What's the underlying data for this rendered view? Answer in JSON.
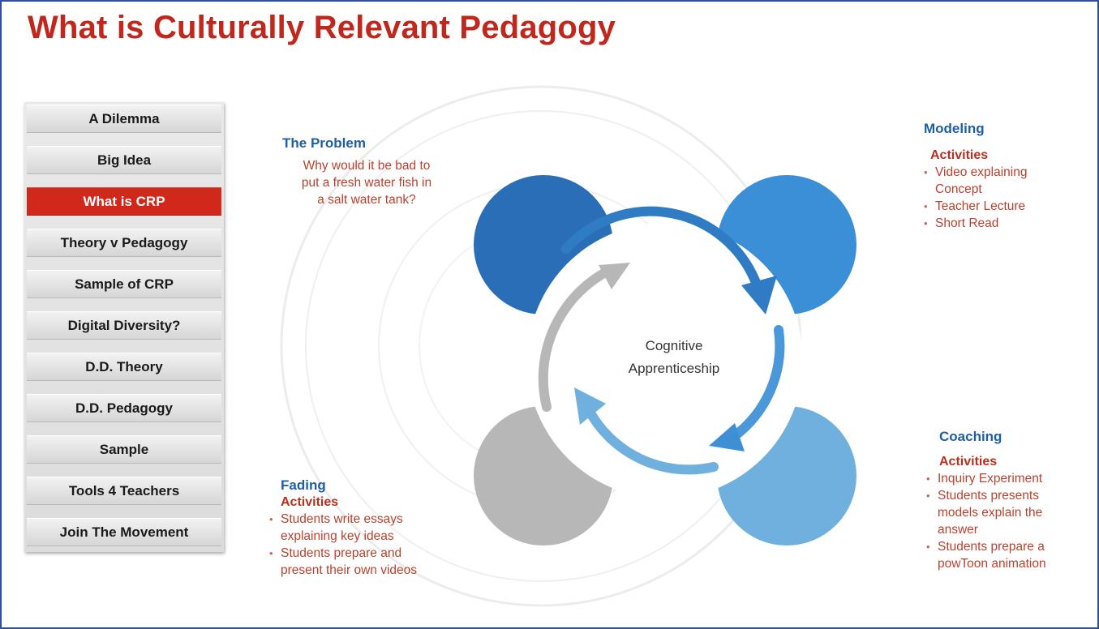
{
  "page": {
    "title": "What is Culturally Relevant Pedagogy"
  },
  "sidebar": {
    "items": [
      {
        "label": "A Dilemma",
        "active": false
      },
      {
        "label": "Big Idea",
        "active": false
      },
      {
        "label": "What is CRP",
        "active": true
      },
      {
        "label": "Theory v Pedagogy",
        "active": false
      },
      {
        "label": "Sample of CRP",
        "active": false
      },
      {
        "label": "Digital Diversity?",
        "active": false
      },
      {
        "label": "D.D. Theory",
        "active": false
      },
      {
        "label": "D.D. Pedagogy",
        "active": false
      },
      {
        "label": "Sample",
        "active": false
      },
      {
        "label": "Tools 4 Teachers",
        "active": false
      },
      {
        "label": "Join The Movement",
        "active": false
      }
    ]
  },
  "diagram": {
    "center_line1": "Cognitive",
    "center_line2": "Apprenticeship",
    "problem": {
      "heading": "The Problem",
      "lines": [
        "Why would it be bad to",
        "put a fresh water fish in",
        "a salt water tank?"
      ]
    },
    "modeling": {
      "heading": "Modeling",
      "activities_label": "Activities",
      "items": [
        "Video explaining Concept",
        "Teacher Lecture",
        "Short Read"
      ]
    },
    "coaching": {
      "heading": "Coaching",
      "activities_label": "Activities",
      "items": [
        "Inquiry Experiment",
        "Students presents models explain the answer",
        "Students prepare a powToon animation"
      ]
    },
    "fading": {
      "heading": "Fading",
      "activities_label": "Activities",
      "items": [
        "Students write essays explaining key ideas",
        "Students prepare and present their own videos"
      ]
    }
  },
  "colors": {
    "title_red": "#c0281e",
    "active_nav": "#d1281c",
    "circle_dark_blue": "#2a6eb8",
    "circle_mid_blue": "#3b8fd6",
    "circle_light_blue": "#6fb0df",
    "circle_gray": "#b7b7b7",
    "heading_blue": "#1f5fa6",
    "activity_red": "#b8301f",
    "frame_border": "#2d4f9a"
  }
}
